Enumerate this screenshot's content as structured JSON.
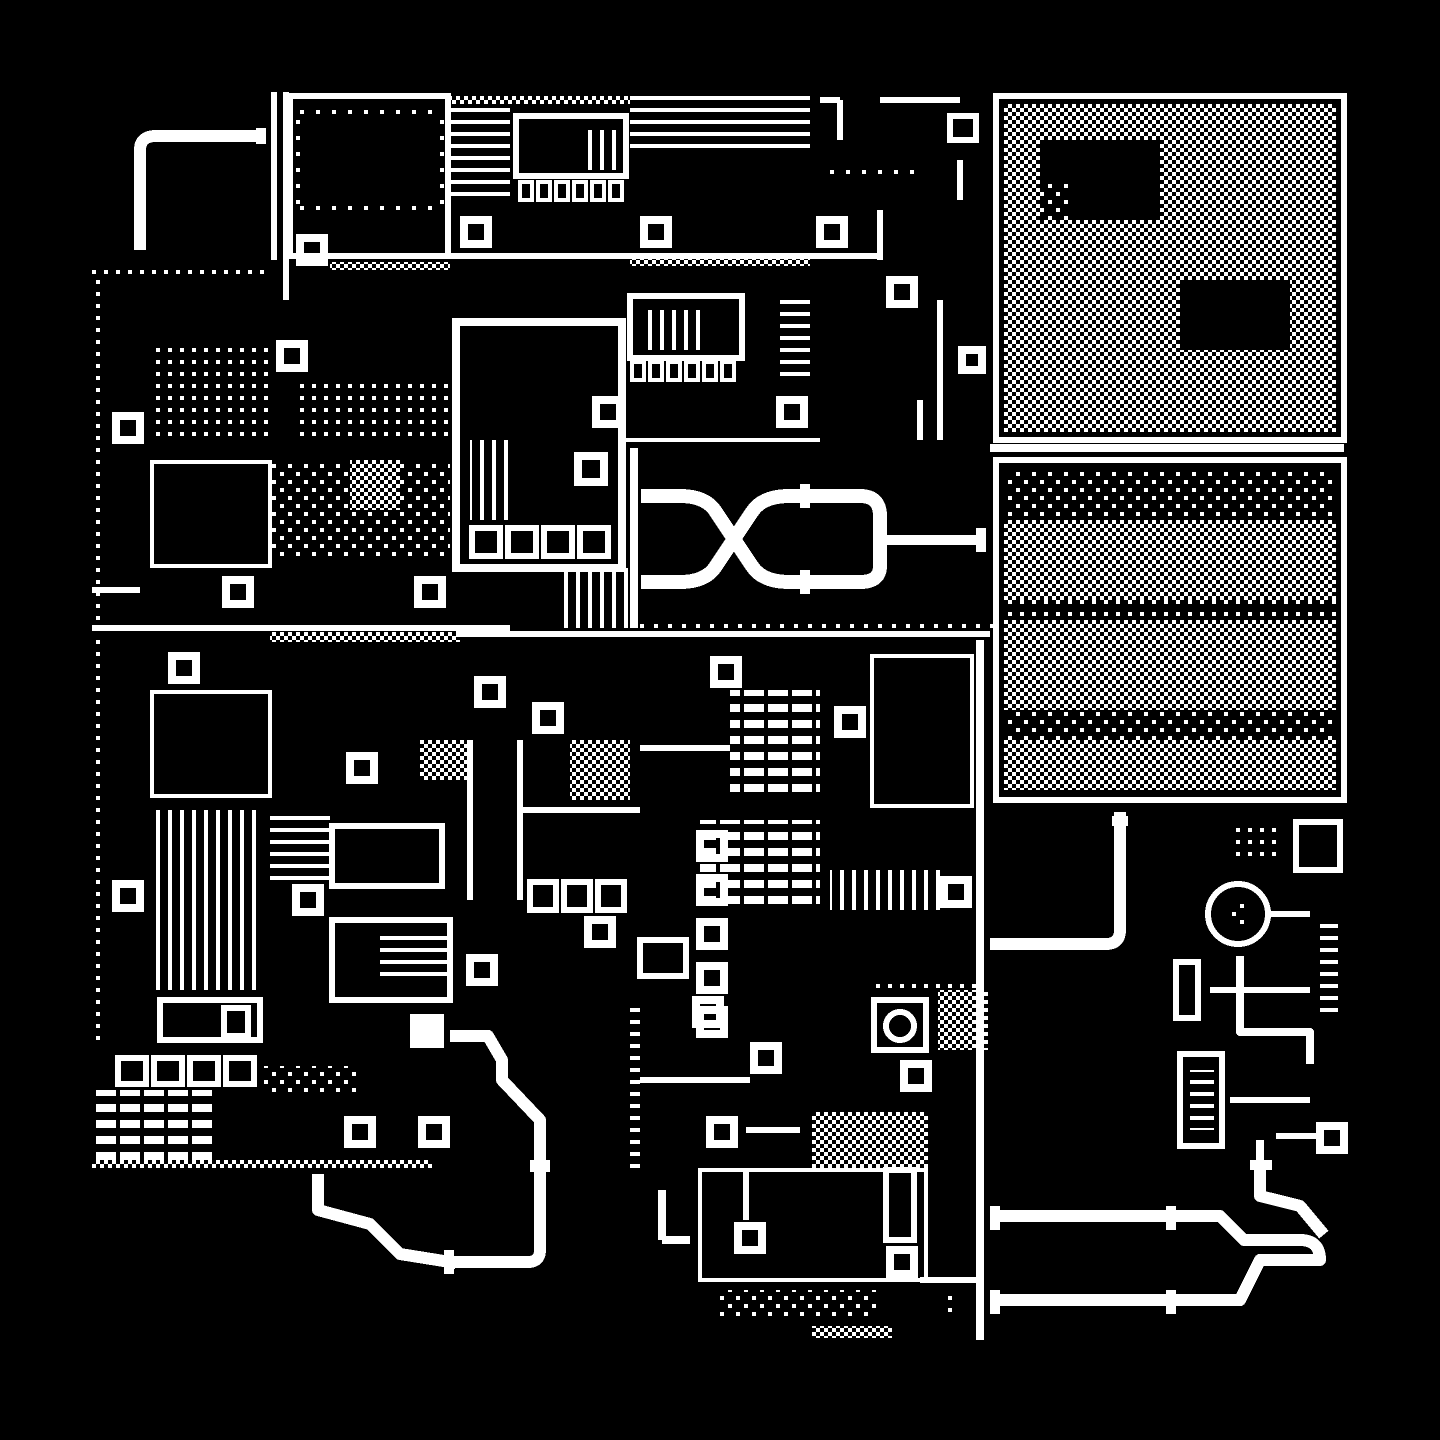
{
  "colors": {
    "background": "#000000",
    "ink": "#ffffff"
  },
  "icons": [
    "pixel-circuit-board-art",
    "dither-panel",
    "pipe-loop",
    "chip-square",
    "gear-icon",
    "lock-icon",
    "rounded-capacitor",
    "circular-node"
  ]
}
